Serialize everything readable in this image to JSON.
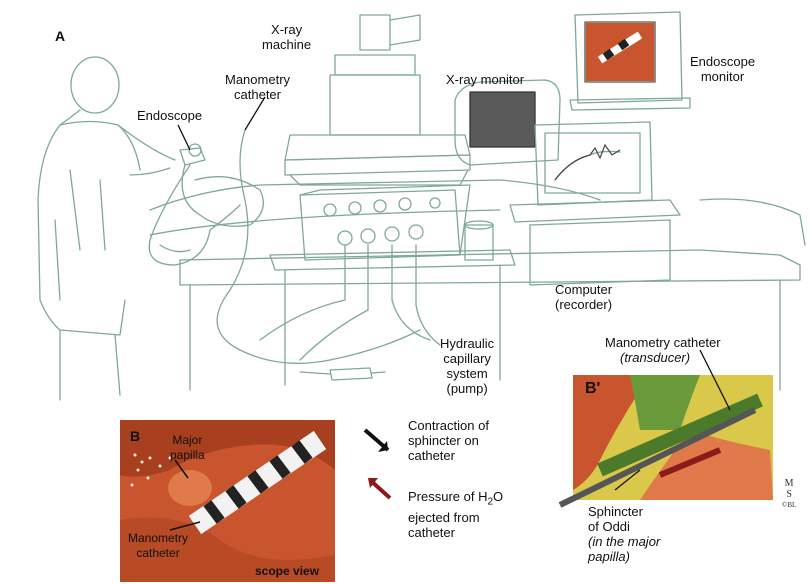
{
  "panel_a": {
    "letter": "A",
    "labels": {
      "xray_machine": "X-ray\nmachine",
      "manometry_catheter": "Manometry\ncatheter",
      "endoscope": "Endoscope",
      "xray_monitor": "X-ray monitor",
      "endoscope_monitor": "Endoscope\nmonitor",
      "computer": "Computer\n(recorder)",
      "hydraulic": "Hydraulic\ncapillary\nsystem\n(pump)"
    }
  },
  "panel_b": {
    "letter": "B",
    "labels": {
      "major_papilla": "Major\npapilla",
      "manometry_catheter": "Manometry\ncatheter",
      "scope_view": "scope view"
    }
  },
  "legend": {
    "contraction": "Contraction of\nsphincter on\ncatheter",
    "pressure_prefix": "Pressure of H",
    "pressure_sub": "2",
    "pressure_suffix": "O",
    "pressure_rest": "ejected from\ncatheter",
    "black_arrow_color": "#111111",
    "red_arrow_color": "#8b1a1a"
  },
  "panel_b_prime": {
    "letter": "B'",
    "manometry_catheter": "Manometry catheter",
    "transducer": "(transducer)",
    "sphincter": "Sphincter\nof Oddi",
    "in_major_papilla": "(in the major\npapilla)"
  },
  "signature": {
    "line1": "M",
    "line2": "S",
    "line3": "©BL"
  },
  "colors": {
    "line_art": "#7fa89a",
    "tissue": "#c8552e",
    "tissue_light": "#e07a4a",
    "bile_green": "#6a9a3a",
    "bile_yellow": "#d9c84a"
  }
}
